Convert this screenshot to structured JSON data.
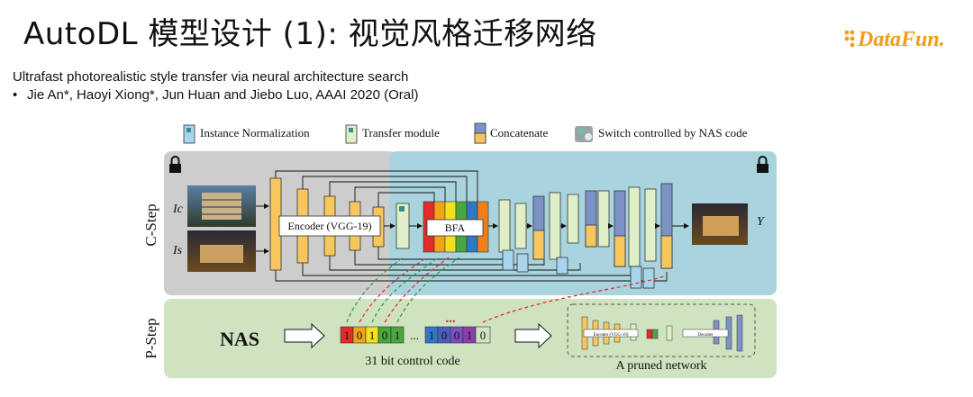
{
  "slide": {
    "title": "AutoDL 模型设计 (1): 视觉风格迁移网络",
    "logo_text": "DataFun.",
    "subtitle": "Ultrafast photorealistic style transfer via neural architecture search",
    "bullet": "Jie An*, Haoyi Xiong*, Jun Huan and Jiebo Luo, AAAI 2020 (Oral)"
  },
  "figure": {
    "legend": {
      "instance_norm": "Instance Normalization",
      "transfer_module": "Transfer module",
      "concatenate": "Concatenate",
      "switch": "Switch controlled by NAS code"
    },
    "c_step_label": "C-Step",
    "p_step_label": "P-Step",
    "input_content": "Ic",
    "input_style": "Is",
    "output_label": "Y",
    "encoder_label": "Encoder (VGG-19)",
    "bfa_label": "BFA",
    "nas_label": "NAS",
    "bits": [
      "1",
      "0",
      "1",
      "0",
      "1",
      "1",
      "0",
      "0",
      "1",
      "0"
    ],
    "ellipsis": "...",
    "code_caption": "31 bit control code",
    "pruned_caption": "A pruned network",
    "mini_encoder_label": "Encoder (VGG-19)",
    "mini_decoder_label": "Decoder"
  },
  "colors": {
    "c_step_left_bg": "#cdcdcd",
    "c_step_right_bg": "#a9d4de",
    "p_step_bg": "#cfe3c0",
    "encoder_yellow": "#f7c65c",
    "transfer_green": "#dff0c8",
    "concat_blue": "#7d93c8",
    "norm_blue": "#a8d4ee",
    "red_dash": "#e0322c",
    "green_dash": "#3a9a45"
  }
}
